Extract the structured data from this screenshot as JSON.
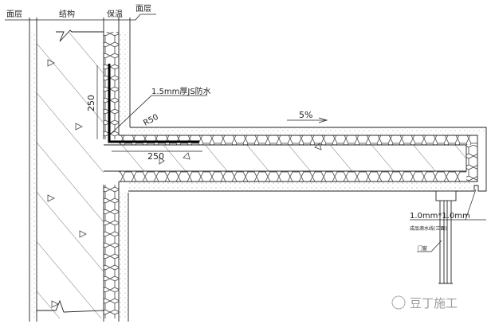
{
  "labels": {
    "top_left_finish": "面层",
    "structure": "结构",
    "insulation": "保温",
    "top_right_finish": "面层",
    "waterproof": "1.5mm厚JS防水",
    "radius": "R50",
    "slope": "5%",
    "dim_vertical": "250",
    "dim_horizontal": "250",
    "drip_size": "1.0mm*1.0mm",
    "drip_note": "成品滴水线(三面)",
    "door_window": "门窗"
  },
  "watermark": "豆丁施工",
  "colors": {
    "line": "#222222",
    "waterproof": "#000000"
  }
}
